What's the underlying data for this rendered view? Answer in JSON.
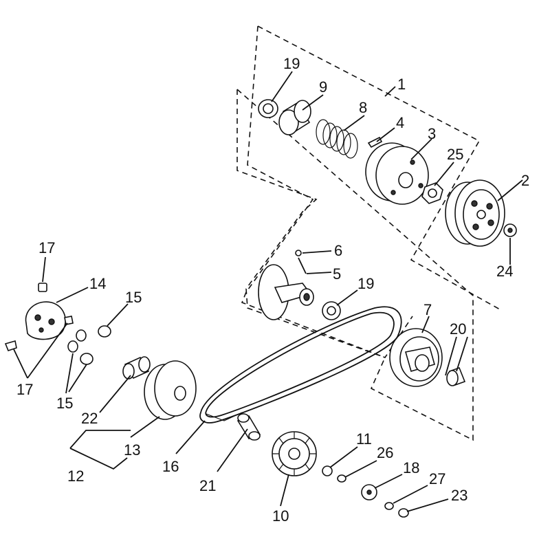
{
  "callouts": {
    "c1": "1",
    "c2": "2",
    "c3": "3",
    "c4": "4",
    "c5": "5",
    "c6": "6",
    "c7": "7",
    "c8": "8",
    "c9": "9",
    "c10": "10",
    "c11": "11",
    "c12": "12",
    "c13": "13",
    "c14": "14",
    "c15a": "15",
    "c15b": "15",
    "c16": "16",
    "c17a": "17",
    "c17b": "17",
    "c18": "18",
    "c19a": "19",
    "c19b": "19",
    "c20": "20",
    "c21": "21",
    "c22": "22",
    "c23": "23",
    "c24": "24",
    "c25": "25",
    "c26": "26",
    "c27": "27"
  }
}
